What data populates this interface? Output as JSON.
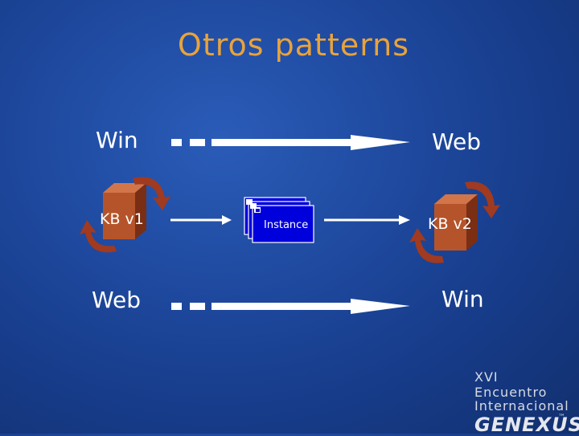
{
  "slide": {
    "title": "Otros patterns",
    "top_row": {
      "left": "Win",
      "right": "Web"
    },
    "middle_row": {
      "left": "KB v1",
      "center": "Instance",
      "right": "KB v2"
    },
    "bottom_row": {
      "left": "Web",
      "right": "Win"
    }
  },
  "logo": {
    "line1": "XVI Encuentro",
    "line2": "Internacional",
    "brand": "GENEXUS",
    "trademark": "™"
  },
  "colors": {
    "title": "#e8a33c",
    "cube": "#b5542a",
    "cycle_arrow": "#a03a20",
    "window": "#0000dd"
  }
}
